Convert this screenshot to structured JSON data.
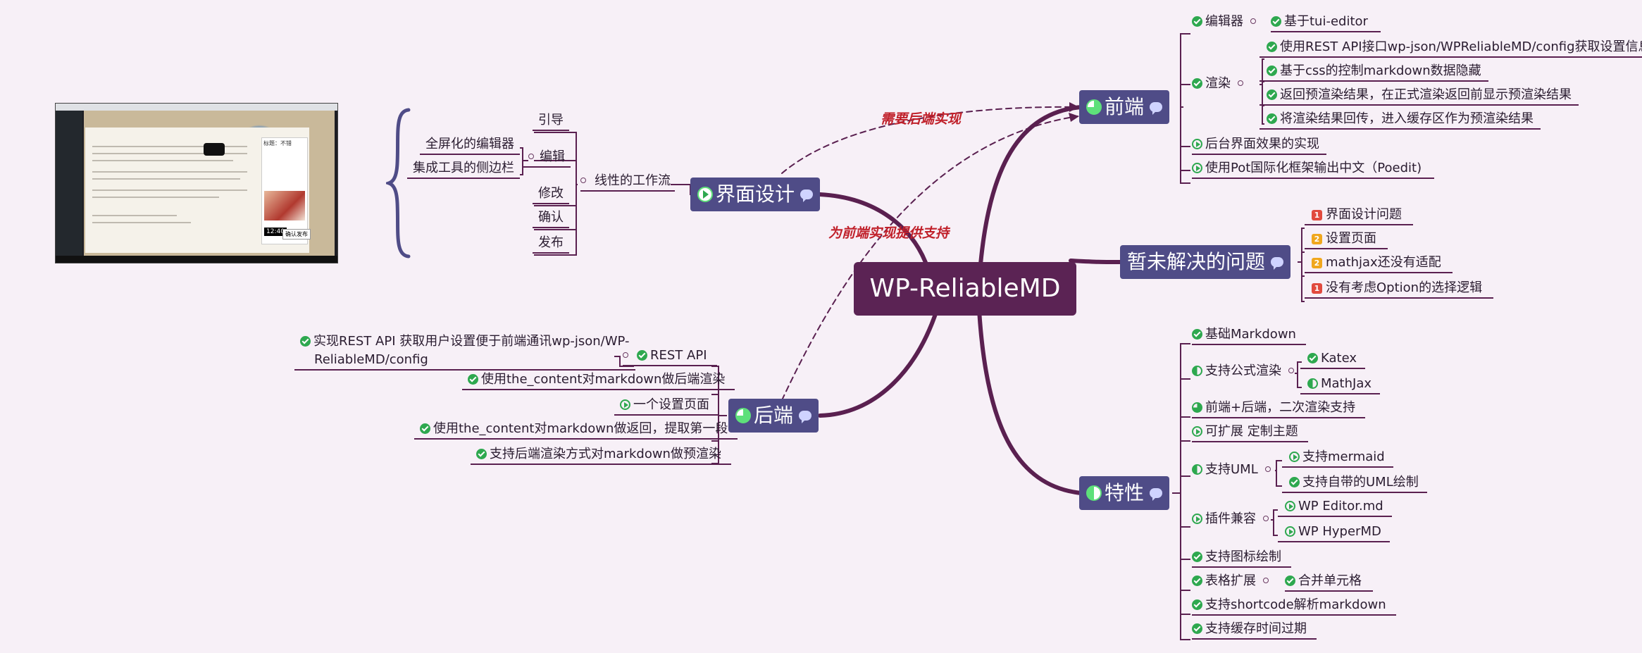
{
  "root": {
    "label": "WP-ReliableMD"
  },
  "link_labels": {
    "needs_backend": "需要后端实现",
    "supports_frontend": "为前端实现提供支持"
  },
  "ui_design": {
    "label": "界面设计",
    "workflow": {
      "label": "线性的工作流",
      "steps": [
        "引导",
        "编辑",
        "修改",
        "确认",
        "发布"
      ],
      "edit_children": [
        "全屏化的编辑器",
        "集成工具的侧边栏"
      ]
    }
  },
  "backend": {
    "label": "后端",
    "items": [
      {
        "label": "REST API",
        "child": "实现REST API 获取用户设置便于前端通讯wp-json/WP-ReliableMD/config"
      },
      {
        "label": "使用the_content对markdown做后端渲染"
      },
      {
        "label": "一个设置页面"
      },
      {
        "label": "使用the_content对markdown做返回，提取第一段"
      },
      {
        "label": "支持后端渲染方式对markdown做预渲染"
      }
    ]
  },
  "frontend": {
    "label": "前端",
    "editor": {
      "label": "编辑器",
      "child": "基于tui-editor"
    },
    "render": {
      "label": "渲染",
      "children": [
        "使用REST API接口wp-json/WPReliableMD/config获取设置信息",
        "基于css的控制markdown数据隐藏",
        "返回预渲染结果，在正式渲染返回前显示预渲染结果",
        "将渲染结果回传，进入缓存区作为预渲染结果"
      ]
    },
    "admin_ui": "后台界面效果的实现",
    "i18n": "使用Pot国际化框架输出中文（Poedit)"
  },
  "issues": {
    "label": "暂未解决的问题",
    "items": [
      {
        "priority": "1",
        "label": "界面设计问题"
      },
      {
        "priority": "2",
        "label": "设置页面"
      },
      {
        "priority": "2",
        "label": "mathjax还没有适配"
      },
      {
        "priority": "1",
        "label": "没有考虑Option的选择逻辑"
      }
    ]
  },
  "features": {
    "label": "特性",
    "basic_markdown": "基础Markdown",
    "formula": {
      "label": "支持公式渲染",
      "children": [
        "Katex",
        "MathJax"
      ]
    },
    "dual_render": "前端+后端，二次渲染支持",
    "themes": "可扩展 定制主题",
    "uml": {
      "label": "支持UML",
      "children": [
        "支持mermaid",
        "支持自带的UML绘制"
      ]
    },
    "plugins": {
      "label": "插件兼容",
      "children": [
        "WP Editor.md",
        "WP HyperMD"
      ]
    },
    "icons": "支持图标绘制",
    "table": {
      "label": "表格扩展",
      "child": "合并单元格"
    },
    "shortcode": "支持shortcode解析markdown",
    "cache": "支持缓存时间过期"
  },
  "screenshot": {
    "title": "标题：不错",
    "button": "确认发布",
    "clock": "12:40"
  },
  "colors": {
    "root_bg": "#5b2354",
    "branch_bg": "#4f4c87",
    "branch_line": "#5a2050",
    "done": "#2ea84f",
    "label_red": "#c0202a"
  }
}
